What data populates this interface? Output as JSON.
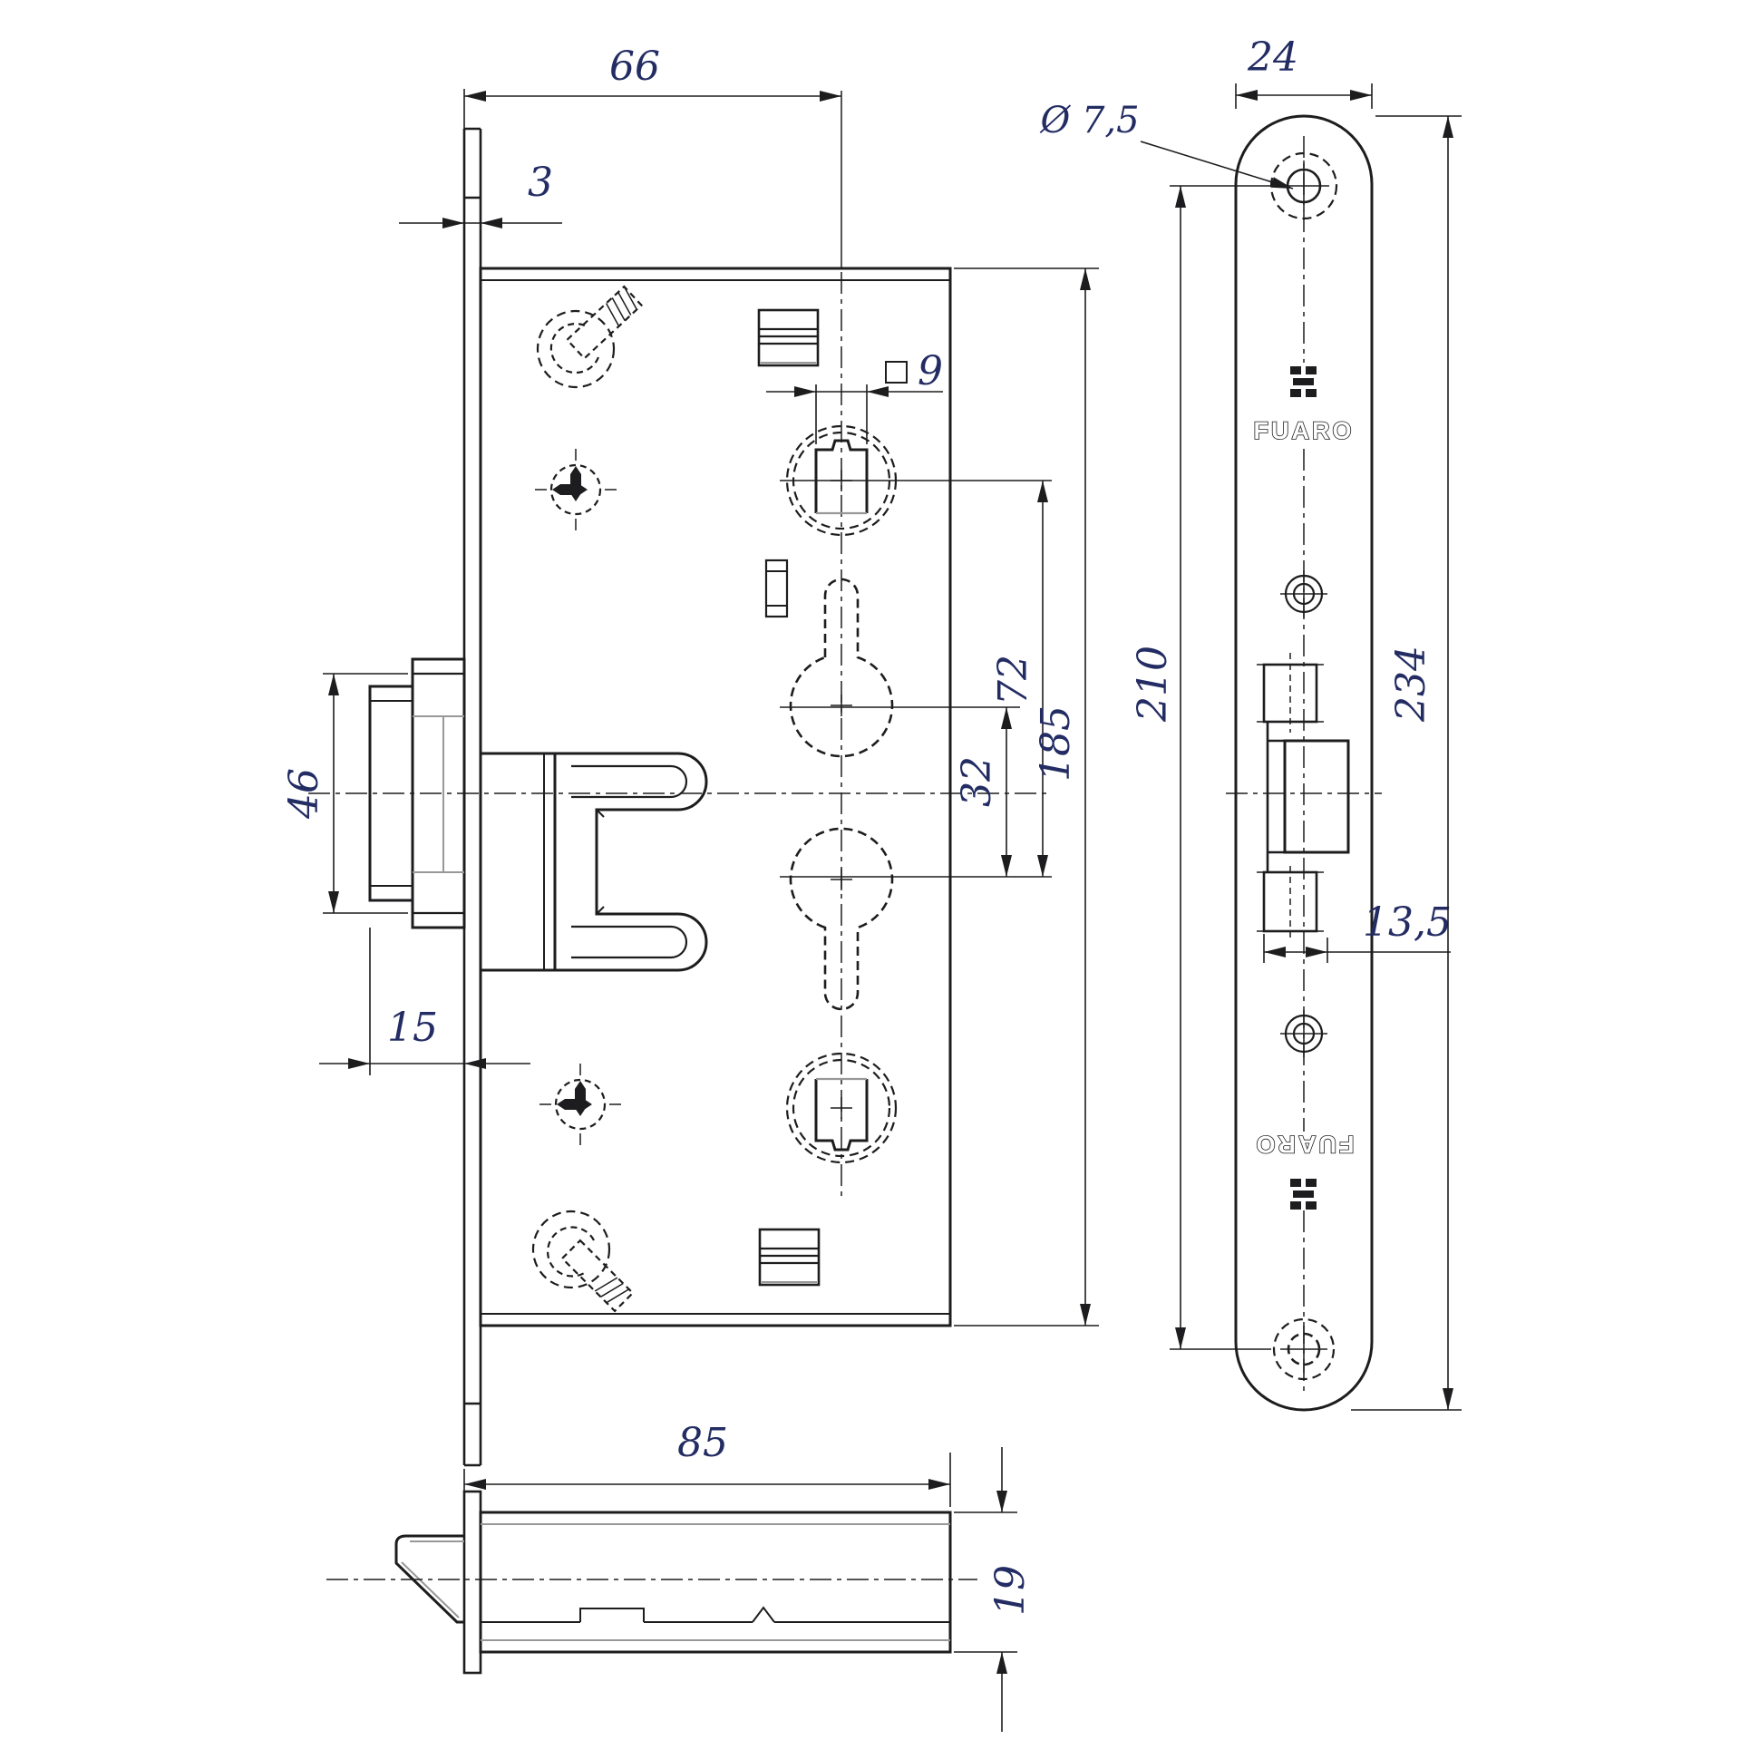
{
  "brand": "FUARO",
  "dims": {
    "backset": "66",
    "plate_thickness": "3",
    "square": "9",
    "handle_to_cylinder": "72",
    "cylinder_centers": "32",
    "case_height": "185",
    "bolt_height": "46",
    "bolt_throw": "15",
    "case_depth": "85",
    "case_thickness": "19",
    "plate_width": "24",
    "hole_dia": "Ø 7,5",
    "hole_spacing": "210",
    "plate_length": "234",
    "bolt_window": "13,5"
  },
  "colors": {
    "line": "#1d1d1f",
    "dim_text": "#232c63",
    "shadow": "#989898",
    "background": "#ffffff"
  }
}
